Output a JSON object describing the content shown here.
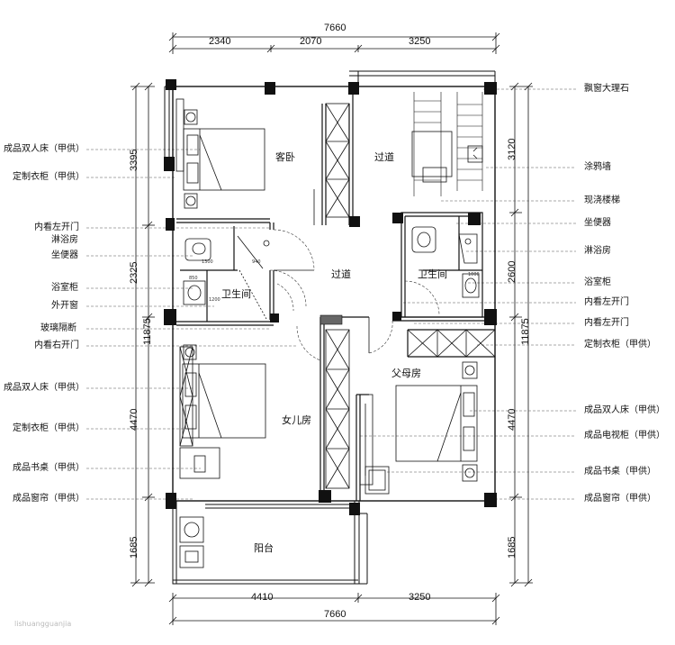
{
  "dims": {
    "top_total": "7660",
    "top_segments": [
      "2340",
      "2070",
      "3250"
    ],
    "bottom_total": "7660",
    "bottom_segments": [
      "4410",
      "3250"
    ],
    "left_segments": [
      "3395",
      "2325",
      "11875",
      "4470",
      "1685"
    ],
    "right_segments": [
      "3120",
      "2600",
      "11875",
      "4470",
      "1685"
    ]
  },
  "left_labels": [
    "成品双人床（甲供）",
    "定制衣柜（甲供）",
    "内看左开门",
    "淋浴房",
    "坐便器",
    "浴室柜",
    "外开窗",
    "玻璃隔断",
    "内看右开门",
    "成品双人床（甲供）",
    "定制衣柜（甲供）",
    "成品书桌（甲供）",
    "成品窗帘（甲供）"
  ],
  "right_labels": [
    "飘窗大理石",
    "涂鸦墙",
    "现浇楼梯",
    "坐便器",
    "淋浴房",
    "浴室柜",
    "内看左开门",
    "内看左开门",
    "定制衣柜（甲供）",
    "成品双人床（甲供）",
    "成品电视柜（甲供）",
    "成品书桌（甲供）",
    "成品窗帘（甲供）"
  ],
  "rooms": {
    "guest_bedroom": "客卧",
    "corridor_top": "过道",
    "corridor_mid": "过道",
    "bath_left": "卫生间",
    "bath_right": "卫生间",
    "daughter_room": "女儿房",
    "parents_room": "父母房",
    "balcony": "阳台"
  },
  "small_dims": {
    "d1300": "1300",
    "d940": "940",
    "d850": "850",
    "d1200": "1200",
    "d1000": "1000"
  },
  "watermark": "lishuangguanjia"
}
